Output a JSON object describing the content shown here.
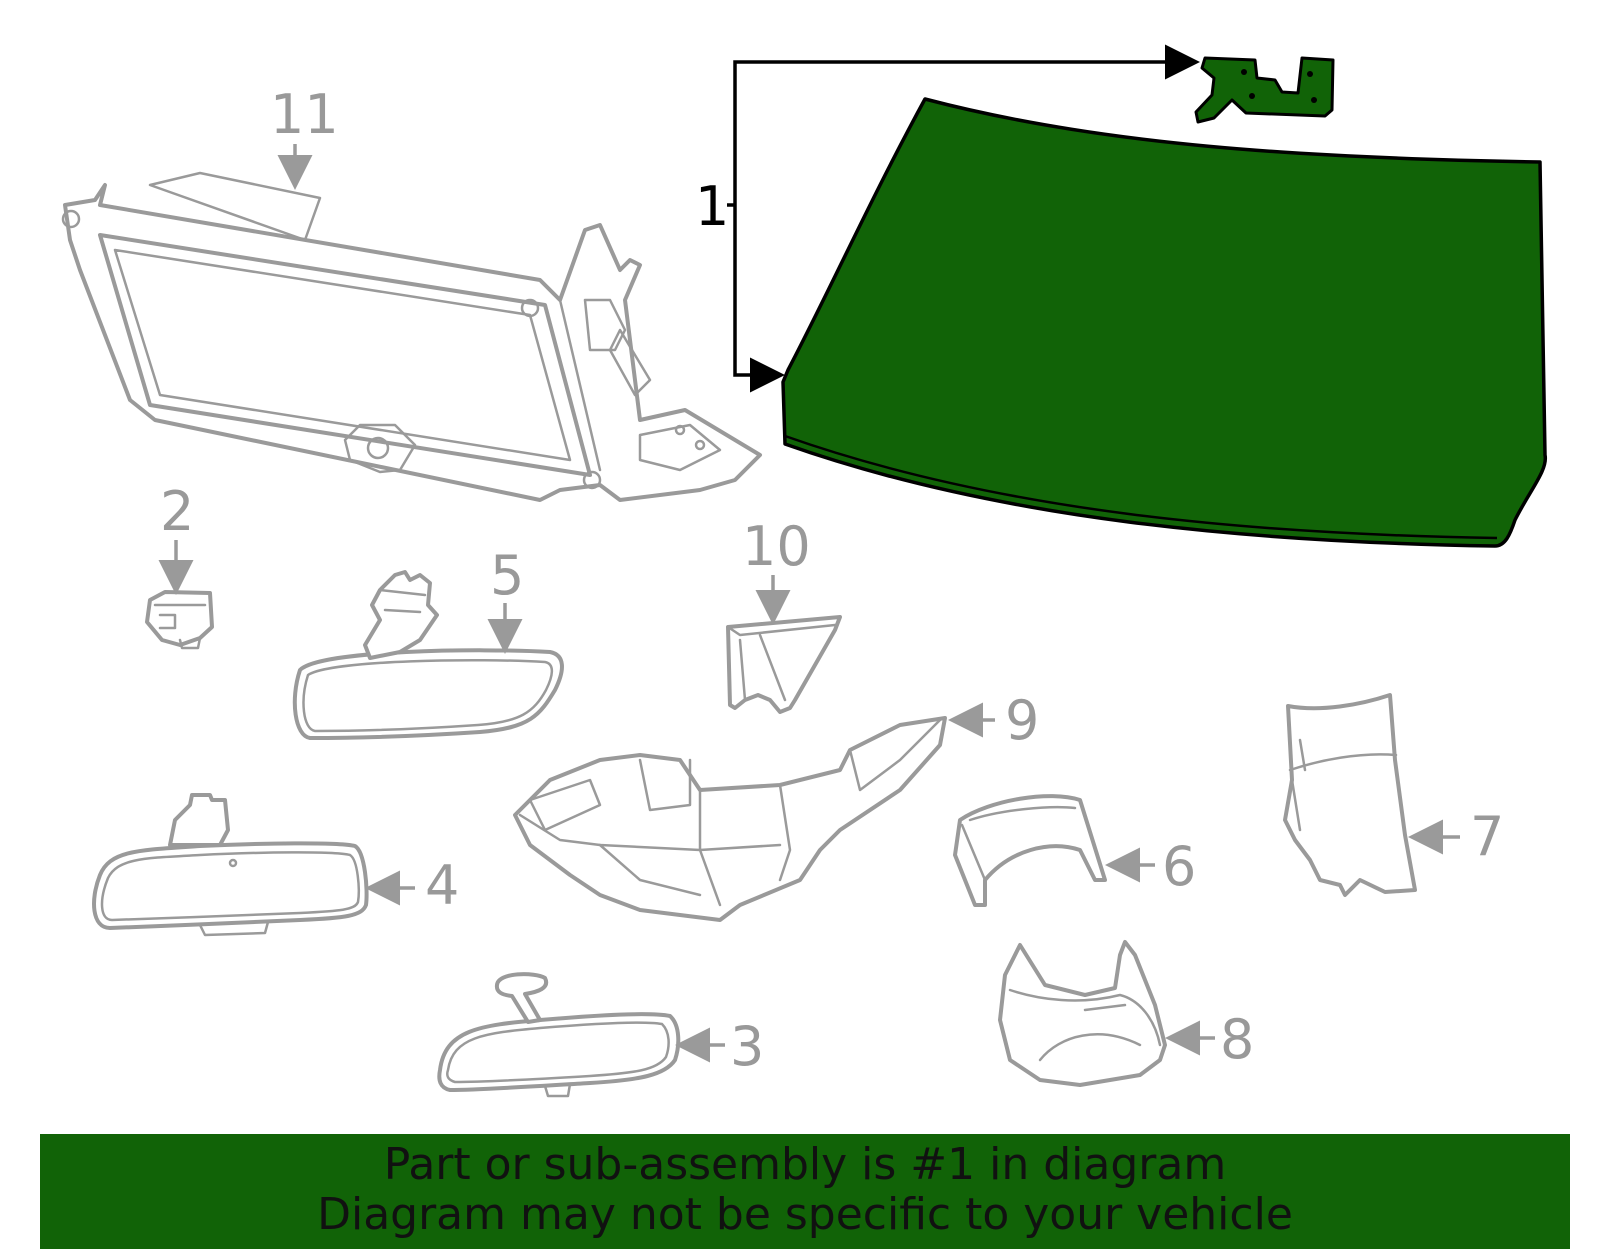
{
  "colors": {
    "highlight": "#116307",
    "part_outline": "#9a9a9a",
    "background": "#ffffff",
    "main_outline": "#000000"
  },
  "callouts": {
    "c1": "1",
    "c2": "2",
    "c3": "3",
    "c4": "4",
    "c5": "5",
    "c6": "6",
    "c7": "7",
    "c8": "8",
    "c9": "9",
    "c10": "10",
    "c11": "11"
  },
  "banner": {
    "line1": "Part or sub-assembly is #1 in diagram",
    "line2": "Diagram may not be specific to your vehicle"
  }
}
